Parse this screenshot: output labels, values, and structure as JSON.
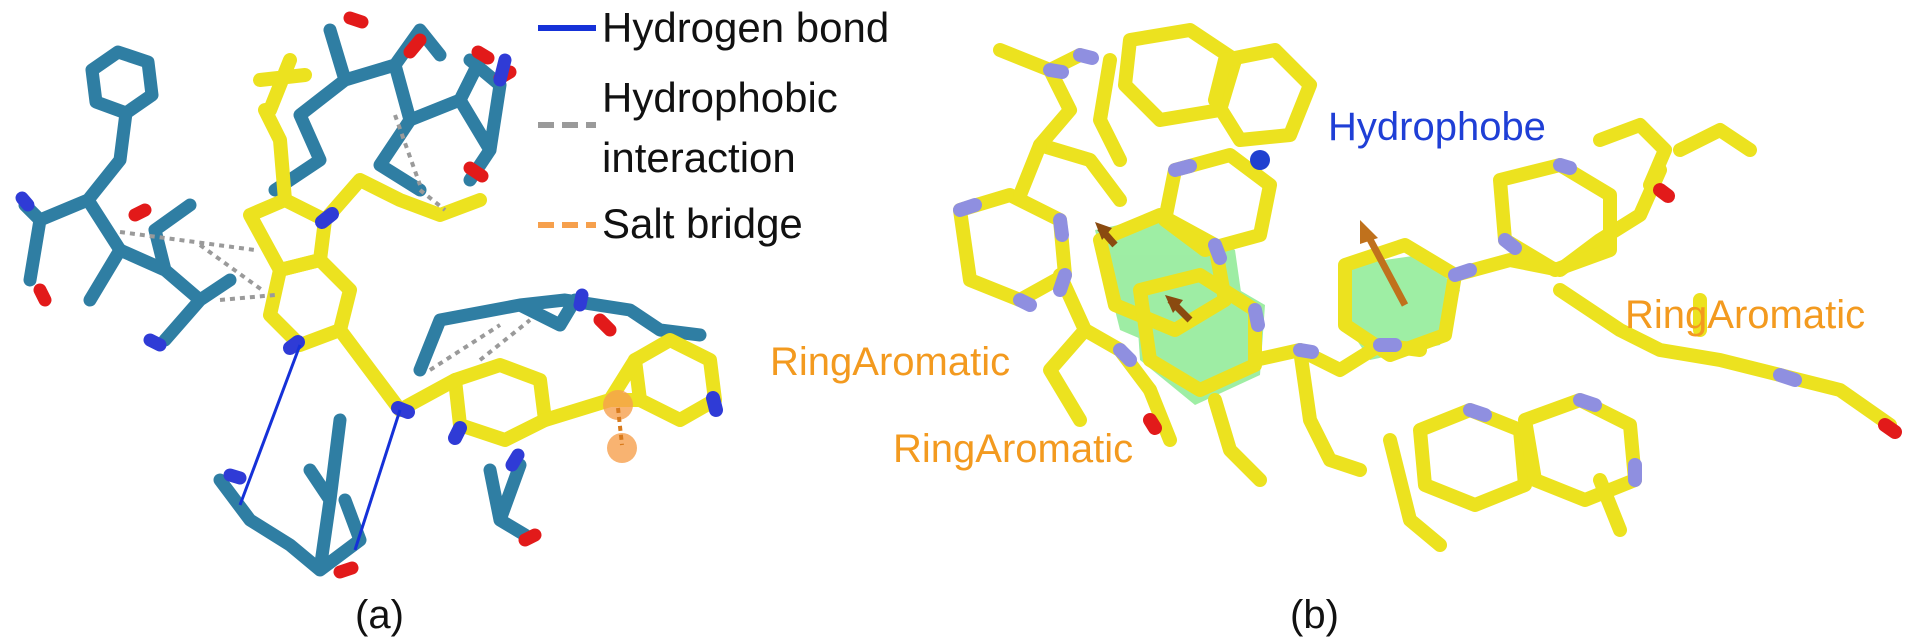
{
  "panel_a": {
    "caption": "(a)",
    "legend": {
      "hydrogen_bond": "Hydrogen bond",
      "hydrophobic_line1": "Hydrophobic",
      "hydrophobic_line2": "interaction",
      "salt_bridge": "Salt bridge"
    }
  },
  "panel_b": {
    "caption": "(b)",
    "labels": {
      "hydrophobe": "Hydrophobe",
      "ring_right": "RingAromatic",
      "ring_left_upper": "RingAromatic",
      "ring_left_lower": "RingAromatic"
    }
  },
  "colors": {
    "protein": "#2f7ea3",
    "ligand": "#ece21f",
    "oxygen": "#e21a1a",
    "nitrogen": "#2f3bd6",
    "nitrogen_light": "#8f8fe0",
    "hbond": "#1531d8",
    "hydrophobic": "#9a9a9a",
    "salt_bridge": "#f6a04d",
    "hydrophobe_label": "#1f3fd6",
    "aromatic_label": "#f39a1f",
    "aromatic_plane": "#4fe05a",
    "arrow": "#8a4a10"
  }
}
